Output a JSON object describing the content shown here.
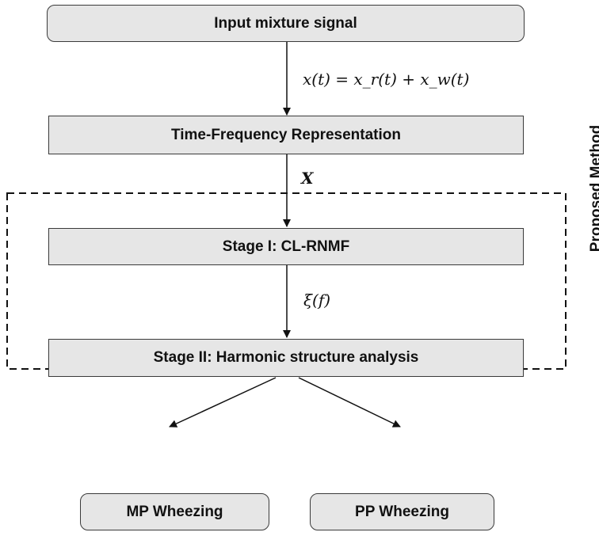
{
  "nodes": {
    "input": "Input mixture signal",
    "tfr": "Time-Frequency Representation",
    "stage1": "Stage I: CL-RNMF",
    "stage2": "Stage II: Harmonic structure analysis",
    "mp": "MP Wheezing",
    "pp": "PP Wheezing"
  },
  "edge_labels": {
    "signal": "x(t) = x_r(t) + x_w(t)",
    "spectrogram": "X",
    "xi": "ξ(f)"
  },
  "group": {
    "label": "Proposed Method"
  }
}
